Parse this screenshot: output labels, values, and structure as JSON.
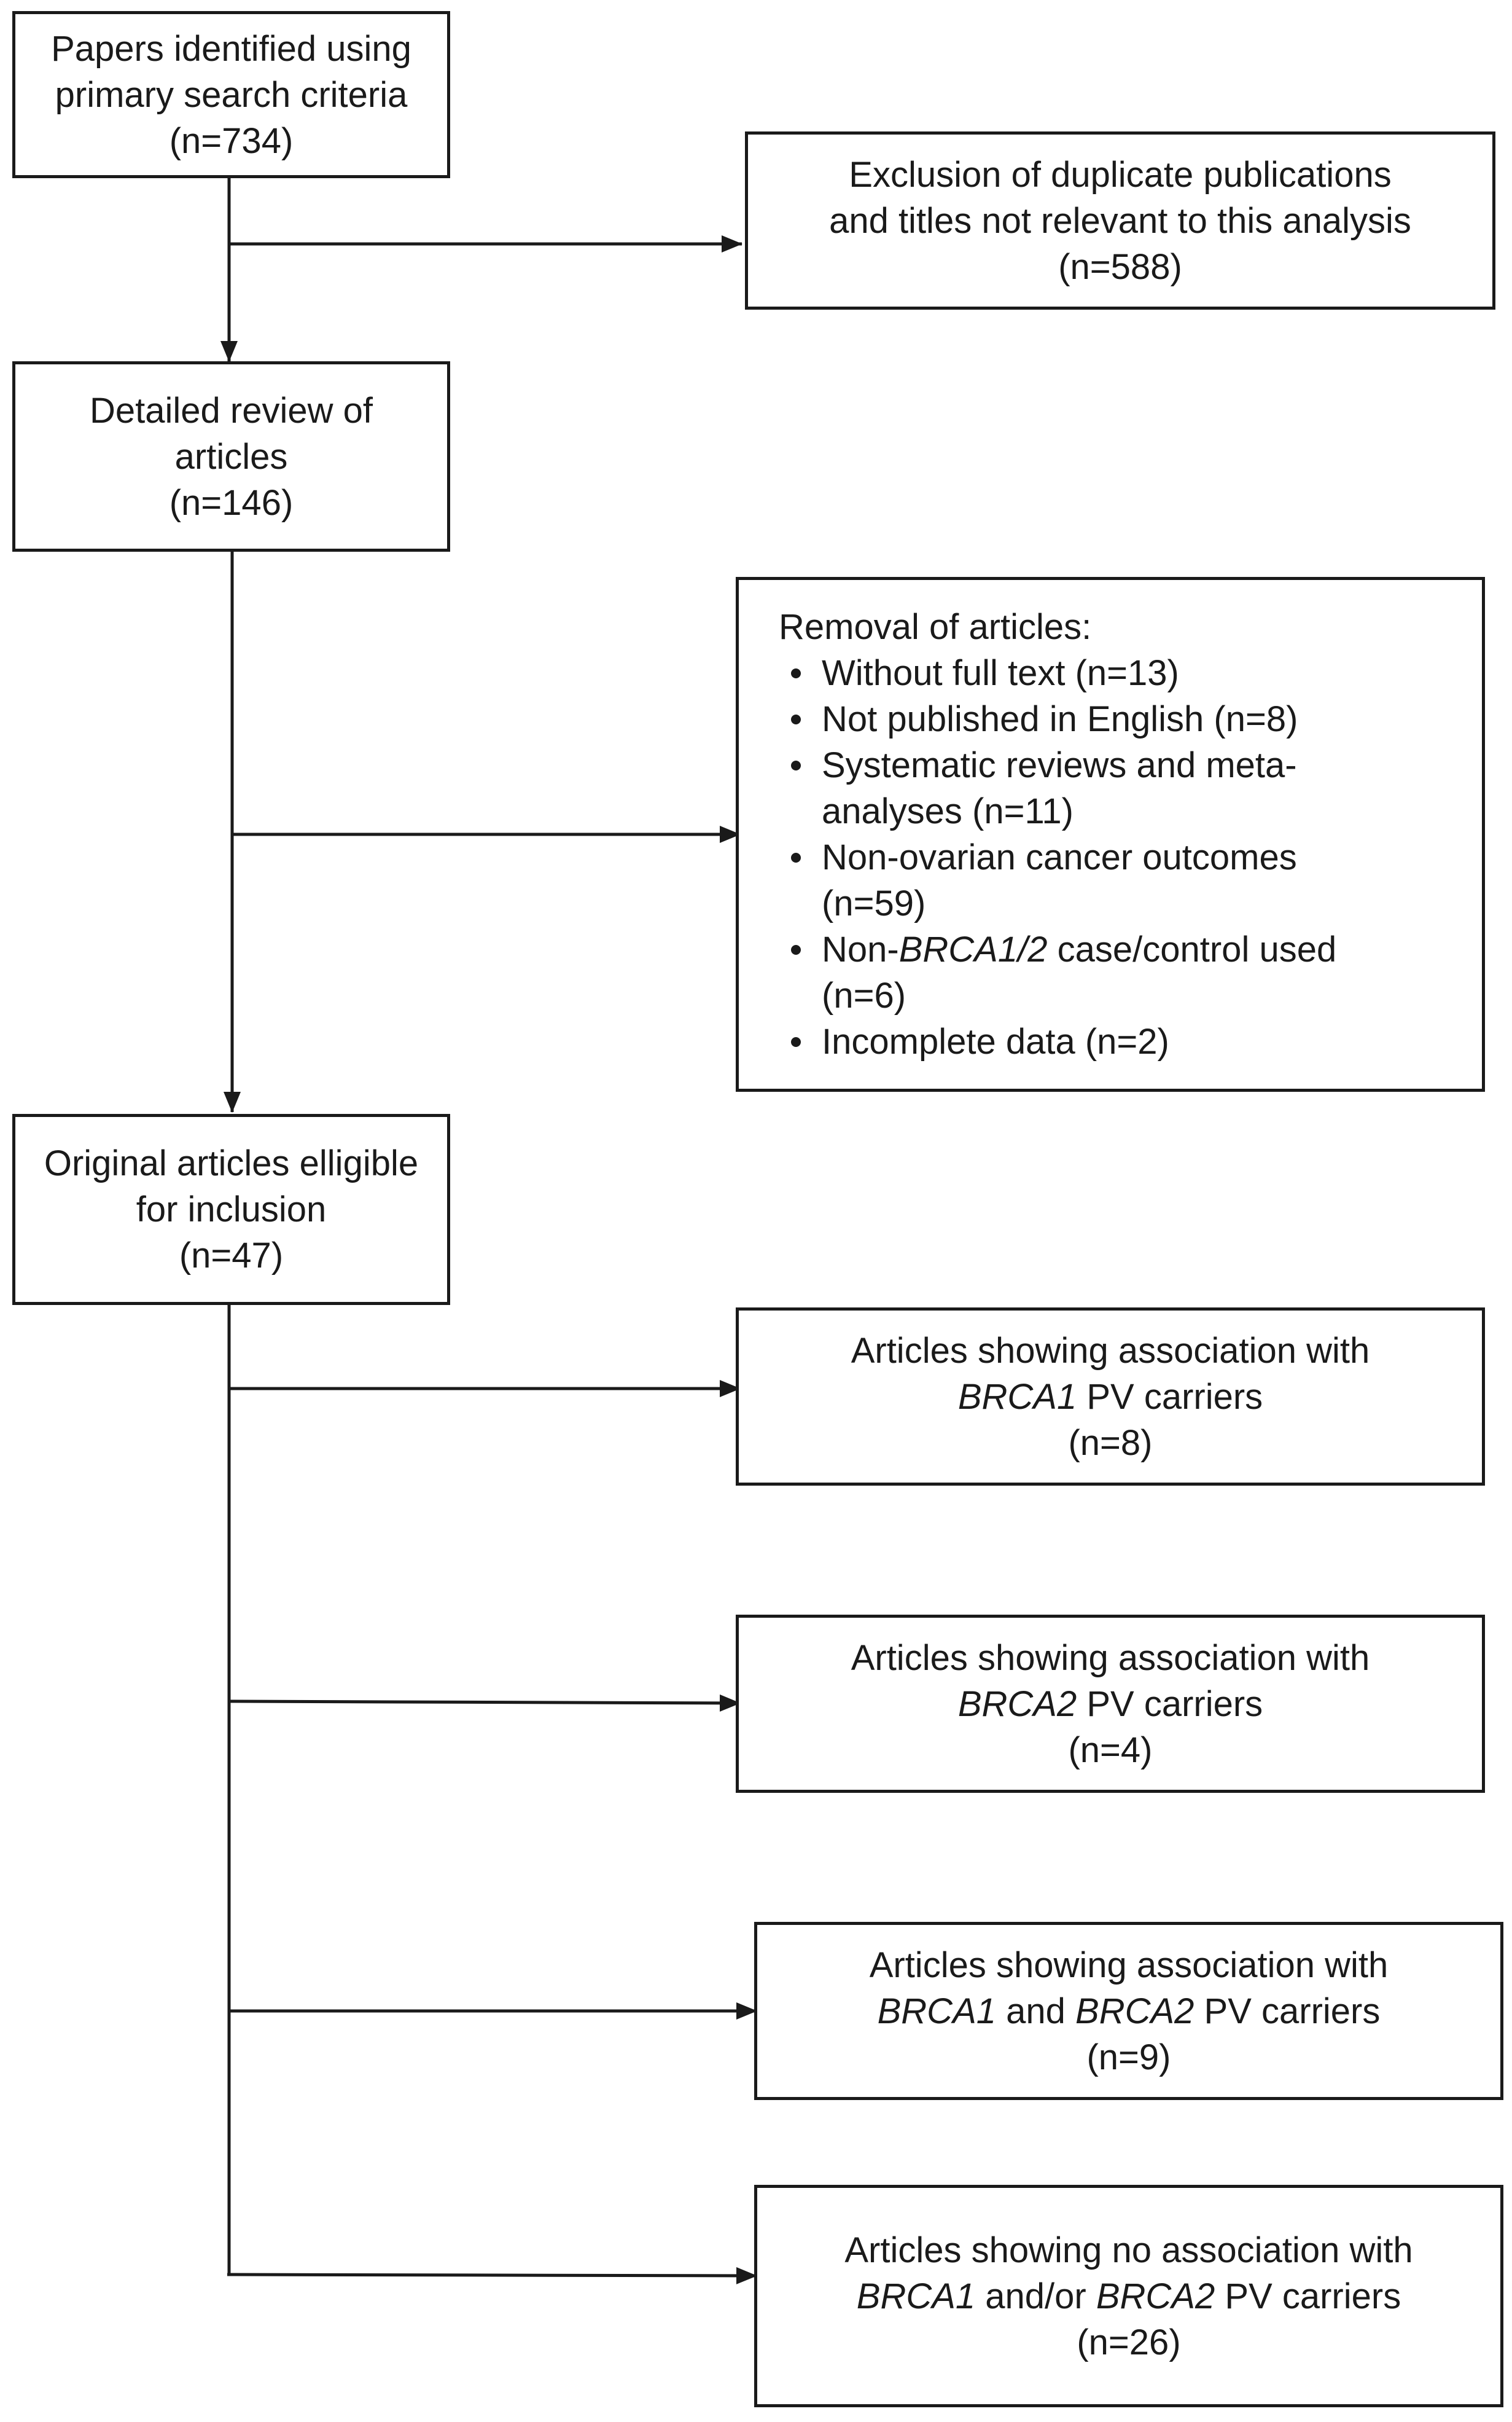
{
  "colors": {
    "line": "#1a1a1a",
    "background": "#ffffff"
  },
  "boxes": {
    "identified": {
      "line1": "Papers identified using",
      "line2": "primary search criteria",
      "count": "(n=734)"
    },
    "exclusion": {
      "line1": "Exclusion of duplicate publications",
      "line2": "and titles not relevant to this analysis",
      "count": "(n=588)"
    },
    "review": {
      "line1": "Detailed review of",
      "line2": "articles",
      "count": "(n=146)"
    },
    "removal": {
      "heading": "Removal of articles:",
      "items": [
        {
          "lines": [
            "Without full text (n=13)"
          ]
        },
        {
          "lines": [
            "Not published in English (n=8)"
          ]
        },
        {
          "lines": [
            "Systematic reviews and meta-",
            "analyses (n=11)"
          ]
        },
        {
          "lines": [
            "Non-ovarian cancer outcomes",
            "(n=59)"
          ]
        },
        {
          "prefix": "Non-",
          "gene": "BRCA1/2",
          "suffix": " case/control used",
          "line2": "(n=6)"
        },
        {
          "lines": [
            "Incomplete data (n=2)"
          ]
        }
      ]
    },
    "eligible": {
      "line1": "Original articles elligible",
      "line2": "for inclusion",
      "count": "(n=47)"
    },
    "brca1": {
      "line1": "Articles showing association with",
      "gene": "BRCA1",
      "suffix": " PV carriers",
      "count": "(n=8)"
    },
    "brca2": {
      "line1": "Articles showing association with",
      "gene": "BRCA2",
      "suffix": " PV carriers",
      "count": "(n=4)"
    },
    "both": {
      "line1": "Articles showing association with",
      "gene1": "BRCA1",
      "joiner": " and ",
      "gene2": "BRCA2",
      "suffix": " PV carriers",
      "count": "(n=9)"
    },
    "none": {
      "line1": "Articles showing no association with",
      "gene1": "BRCA1",
      "joiner": " and/or ",
      "gene2": "BRCA2",
      "suffix": " PV carriers",
      "count": "(n=26)"
    }
  }
}
